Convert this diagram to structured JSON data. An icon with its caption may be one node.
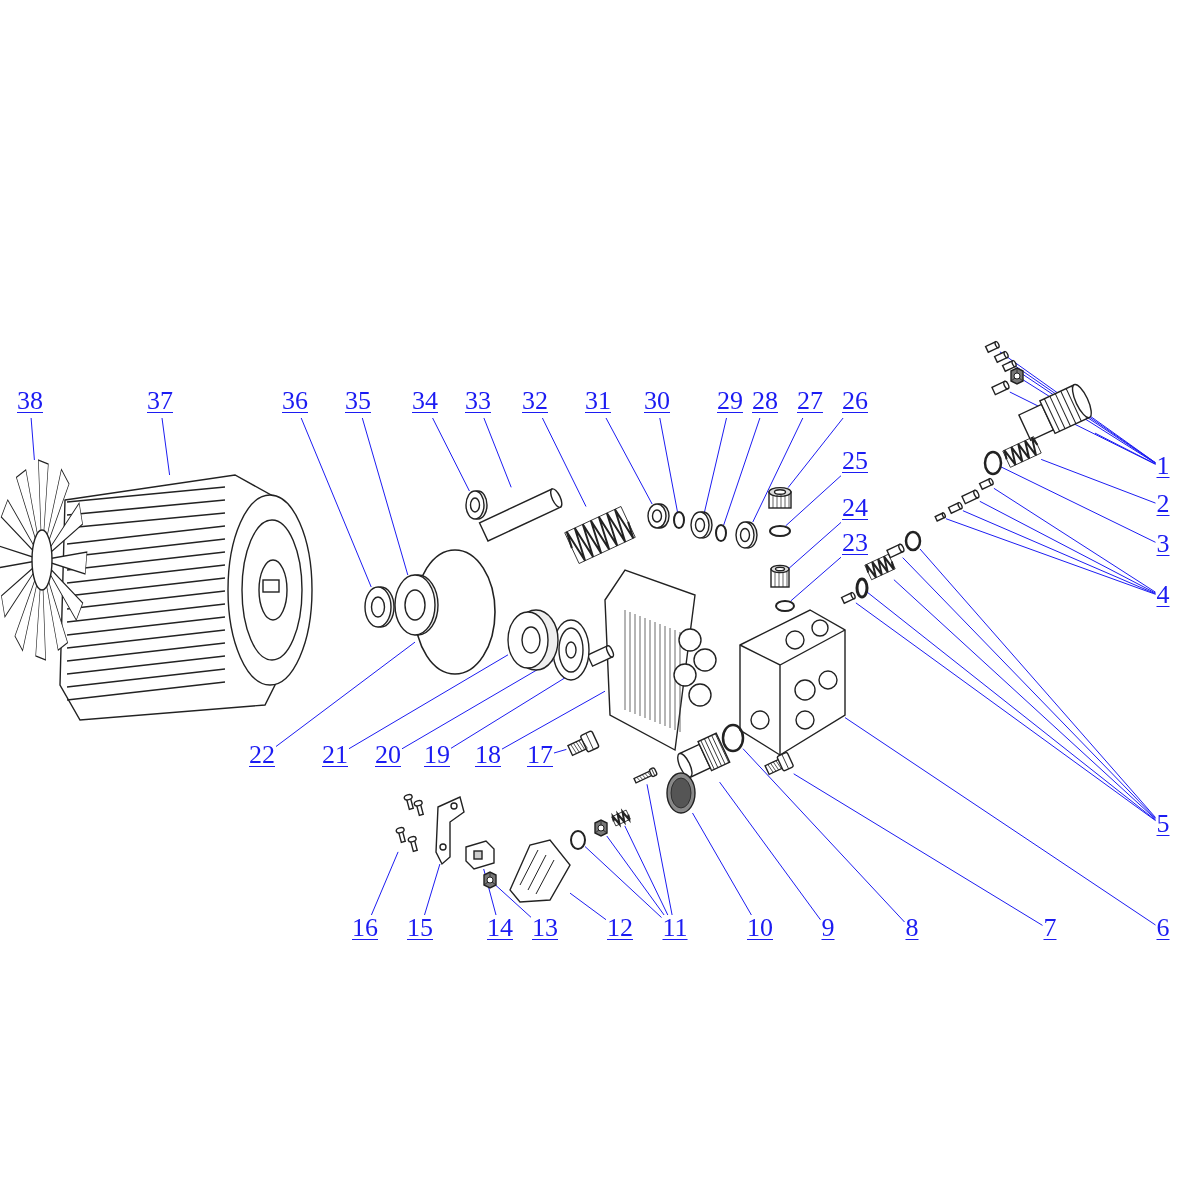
{
  "diagram": {
    "nodes": [
      {
        "text": [
          "1"
        ]
      },
      {
        "text": [
          "2"
        ]
      },
      {
        "text": [
          "3"
        ]
      },
      {
        "text": [
          "4"
        ]
      },
      {
        "text": [
          "5"
        ]
      },
      {
        "text": [
          "6"
        ]
      },
      {
        "text": [
          "7"
        ]
      },
      {
        "text": [
          "8"
        ]
      },
      {
        "text": [
          "9"
        ]
      },
      {
        "text": [
          "10"
        ]
      },
      {
        "text": [
          "11"
        ]
      },
      {
        "text": [
          "12"
        ]
      },
      {
        "text": [
          "13"
        ]
      },
      {
        "text": [
          "14"
        ]
      },
      {
        "text": [
          "15"
        ]
      },
      {
        "text": [
          "16"
        ]
      },
      {
        "text": [
          "17"
        ]
      },
      {
        "text": [
          "18"
        ]
      },
      {
        "text": [
          "19"
        ]
      },
      {
        "text": [
          "20"
        ]
      },
      {
        "text": [
          "21"
        ]
      },
      {
        "text": [
          "22"
        ]
      },
      {
        "text": [
          "23"
        ]
      },
      {
        "text": [
          "24"
        ]
      },
      {
        "text": [
          "25"
        ]
      },
      {
        "text": [
          "26"
        ]
      },
      {
        "text": [
          "27"
        ]
      },
      {
        "text": [
          "28"
        ]
      },
      {
        "text": [
          "29"
        ]
      },
      {
        "text": [
          "30"
        ]
      },
      {
        "text": [
          "31"
        ]
      },
      {
        "text": [
          "32"
        ]
      },
      {
        "text": [
          "33"
        ]
      },
      {
        "text": [
          "34"
        ]
      },
      {
        "text": [
          "35"
        ]
      },
      {
        "text": [
          "36"
        ]
      },
      {
        "text": [
          "37"
        ]
      },
      {
        "text": [
          "38"
        ]
      },
      {
        "text": [],
        "shape": "picture"
      },
      {
        "text": [],
        "shape": "picture"
      },
      {
        "text": [],
        "shape": "picture"
      },
      {
        "text": [],
        "shape": "picture"
      },
      {
        "text": [],
        "shape": "picture"
      },
      {
        "text": [],
        "shape": "picture"
      },
      {
        "text": [],
        "shape": "picture"
      },
      {
        "text": [],
        "shape": "circle"
      },
      {
        "text": [],
        "shape": "picture"
      },
      {
        "text": [],
        "shape": "picture"
      },
      {
        "text": [],
        "shape": "picture"
      },
      {
        "text": [],
        "shape": "picture"
      },
      {
        "text": [],
        "shape": "circle"
      },
      {
        "text": [],
        "shape": "picture"
      },
      {
        "text": [],
        "shape": "circle"
      },
      {
        "text": [],
        "shape": "picture"
      },
      {
        "text": [],
        "shape": "picture"
      },
      {
        "text": [],
        "shape": "picture"
      },
      {
        "text": [],
        "shape": "picture"
      },
      {
        "text": [],
        "shape": "circle"
      },
      {
        "text": [],
        "shape": "picture"
      },
      {
        "text": [],
        "shape": "picture"
      },
      {
        "text": [],
        "shape": "circle"
      },
      {
        "text": [],
        "shape": "picture"
      },
      {
        "text": [],
        "shape": "picture"
      },
      {
        "text": [],
        "shape": "picture"
      },
      {
        "text": [],
        "shape": "picture"
      },
      {
        "text": [],
        "shape": "picture"
      },
      {
        "text": [],
        "shape": "picture"
      },
      {
        "text": [],
        "shape": "picture"
      },
      {
        "text": [],
        "shape": "picture"
      },
      {
        "text": [],
        "shape": "picture"
      },
      {
        "text": [],
        "shape": "picture"
      },
      {
        "text": [],
        "shape": "picture"
      },
      {
        "text": [],
        "shape": "picture"
      },
      {
        "text": [],
        "shape": "picture"
      },
      {
        "text": [],
        "shape": "circle"
      },
      {
        "text": [],
        "shape": "circle"
      },
      {
        "text": [],
        "shape": "picture"
      },
      {
        "text": [],
        "shape": "circle"
      },
      {
        "text": [],
        "shape": "picture"
      },
      {
        "text": [],
        "shape": "picture"
      },
      {
        "text": [],
        "shape": "circle"
      },
      {
        "text": [],
        "shape": "picture"
      },
      {
        "text": [],
        "shape": "circle"
      },
      {
        "text": [],
        "shape": "picture"
      },
      {
        "text": [],
        "shape": "picture"
      },
      {
        "text": [],
        "shape": "picture"
      },
      {
        "text": [],
        "shape": "picture"
      },
      {
        "text": [],
        "shape": "picture"
      },
      {
        "text": [],
        "shape": "picture"
      },
      {
        "text": [],
        "shape": "picture"
      },
      {
        "text": [],
        "shape": "picture"
      }
    ],
    "edges": [
      {
        "from": 0,
        "to": 38,
        "arrow": "none"
      },
      {
        "from": 0,
        "to": 39,
        "arrow": "none"
      },
      {
        "from": 0,
        "to": 40,
        "arrow": "none"
      },
      {
        "from": 0,
        "to": 41,
        "arrow": "none"
      },
      {
        "from": 0,
        "to": 42,
        "arrow": "none"
      },
      {
        "from": 0,
        "to": 43,
        "arrow": "none"
      },
      {
        "from": 1,
        "to": 44,
        "arrow": "none"
      },
      {
        "from": 2,
        "to": 45,
        "arrow": "none"
      },
      {
        "from": 3,
        "to": 46,
        "arrow": "none"
      },
      {
        "from": 3,
        "to": 47,
        "arrow": "none"
      },
      {
        "from": 3,
        "to": 48,
        "arrow": "none"
      },
      {
        "from": 3,
        "to": 49,
        "arrow": "none"
      },
      {
        "from": 4,
        "to": 50,
        "arrow": "none"
      },
      {
        "from": 4,
        "to": 51,
        "arrow": "none"
      },
      {
        "from": 4,
        "to": 52,
        "arrow": "none"
      },
      {
        "from": 4,
        "to": 53,
        "arrow": "none"
      },
      {
        "from": 4,
        "to": 54,
        "arrow": "none"
      },
      {
        "from": 5,
        "to": 55,
        "arrow": "none"
      },
      {
        "from": 6,
        "to": 56,
        "arrow": "none"
      },
      {
        "from": 7,
        "to": 57,
        "arrow": "none"
      },
      {
        "from": 8,
        "to": 58,
        "arrow": "none"
      },
      {
        "from": 9,
        "to": 59,
        "arrow": "none"
      },
      {
        "from": 10,
        "to": 60,
        "arrow": "none"
      },
      {
        "from": 10,
        "to": 61,
        "arrow": "none"
      },
      {
        "from": 10,
        "to": 62,
        "arrow": "none"
      },
      {
        "from": 10,
        "to": 63,
        "arrow": "none"
      },
      {
        "from": 11,
        "to": 64,
        "arrow": "none"
      },
      {
        "from": 12,
        "to": 65,
        "arrow": "none"
      },
      {
        "from": 13,
        "to": 66,
        "arrow": "none"
      },
      {
        "from": 14,
        "to": 67,
        "arrow": "none"
      },
      {
        "from": 15,
        "to": 68,
        "arrow": "none"
      },
      {
        "from": 16,
        "to": 69,
        "arrow": "none"
      },
      {
        "from": 17,
        "to": 70,
        "arrow": "none"
      },
      {
        "from": 18,
        "to": 71,
        "arrow": "none"
      },
      {
        "from": 19,
        "to": 72,
        "arrow": "none"
      },
      {
        "from": 20,
        "to": 73,
        "arrow": "none"
      },
      {
        "from": 21,
        "to": 74,
        "arrow": "none"
      },
      {
        "from": 22,
        "to": 75,
        "arrow": "none"
      },
      {
        "from": 23,
        "to": 76,
        "arrow": "none"
      },
      {
        "from": 24,
        "to": 77,
        "arrow": "none"
      },
      {
        "from": 25,
        "to": 78,
        "arrow": "none"
      },
      {
        "from": 26,
        "to": 79,
        "arrow": "none"
      },
      {
        "from": 27,
        "to": 80,
        "arrow": "none"
      },
      {
        "from": 28,
        "to": 81,
        "arrow": "none"
      },
      {
        "from": 29,
        "to": 82,
        "arrow": "none"
      },
      {
        "from": 30,
        "to": 83,
        "arrow": "none"
      },
      {
        "from": 31,
        "to": 84,
        "arrow": "none"
      },
      {
        "from": 32,
        "to": 85,
        "arrow": "none"
      },
      {
        "from": 33,
        "to": 86,
        "arrow": "none"
      },
      {
        "from": 34,
        "to": 87,
        "arrow": "none"
      },
      {
        "from": 35,
        "to": 88,
        "arrow": "none"
      },
      {
        "from": 36,
        "to": 89,
        "arrow": "none"
      },
      {
        "from": 37,
        "to": 90,
        "arrow": "none"
      }
    ]
  }
}
